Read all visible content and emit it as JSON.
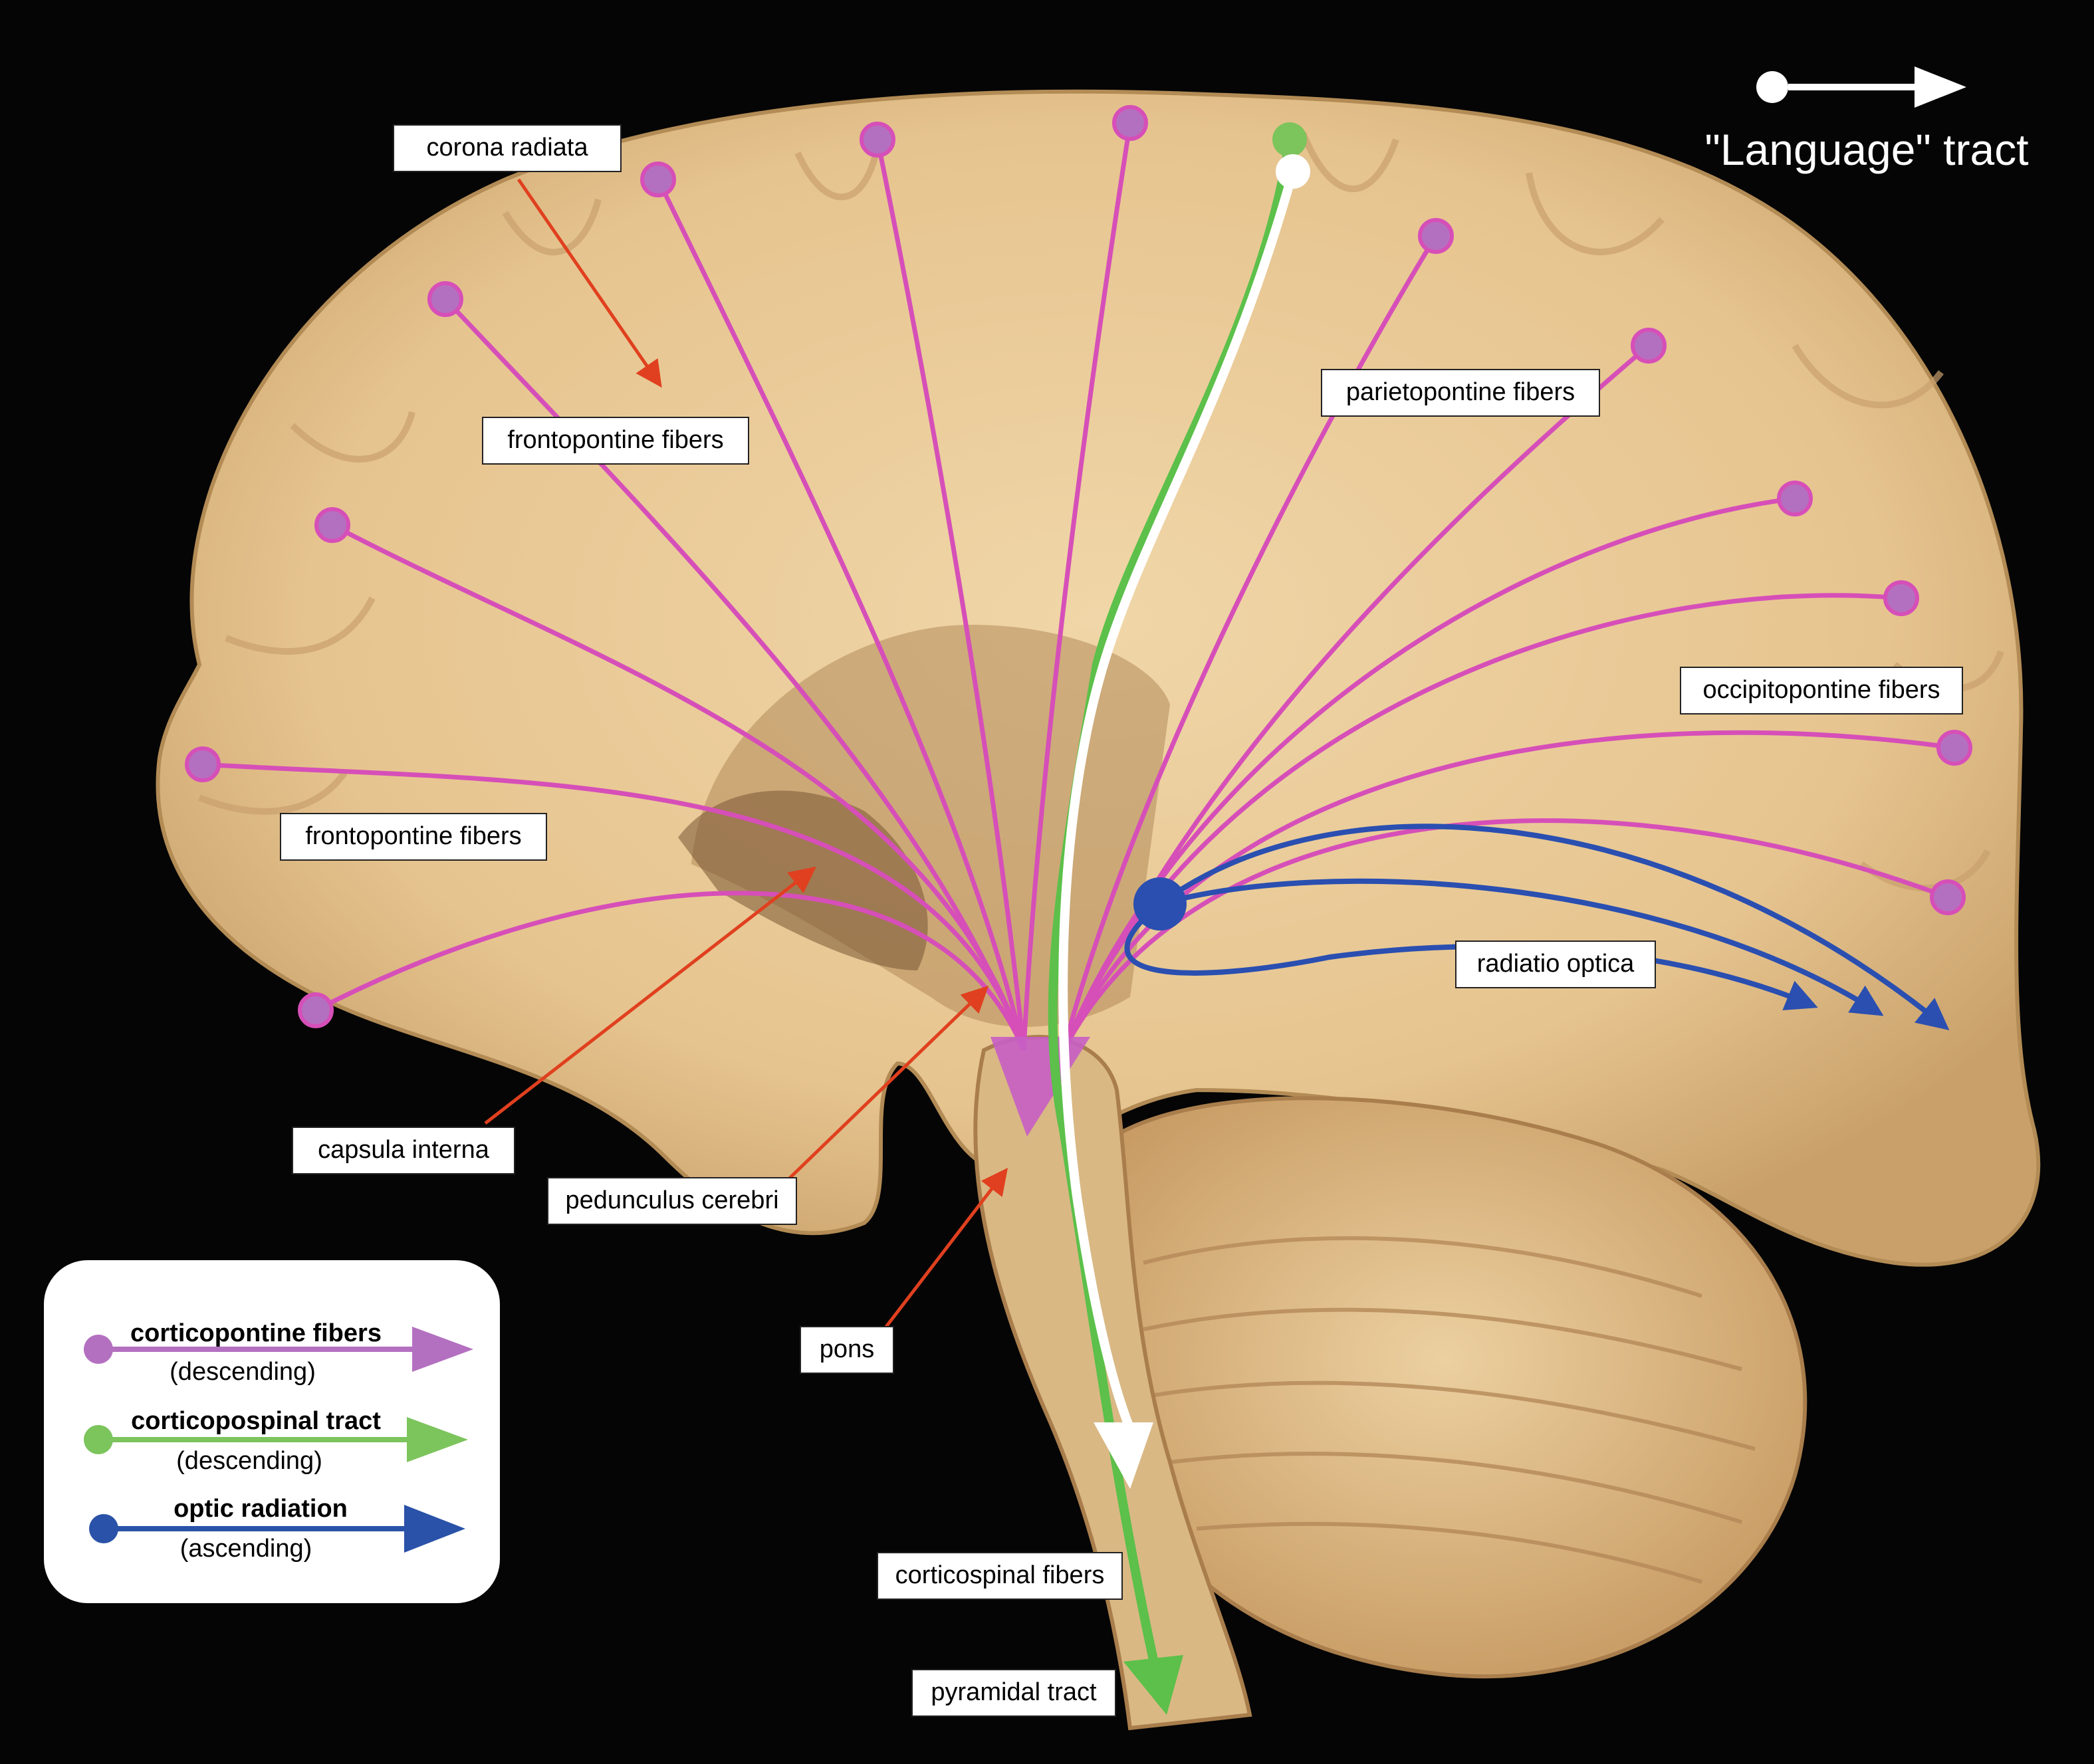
{
  "title": "\"Language\" tract",
  "colors": {
    "corticopontine": "#d64fb8",
    "corticopontine_node": "#b470c0",
    "corticospinal": "#5cc04a",
    "optic": "#2a4fb0",
    "language": "#ffffff",
    "pointer": "#e0401f",
    "background": "#050505",
    "tissue": "#e9cb98"
  },
  "labels": {
    "corona_radiata": "corona radiata",
    "frontopontine_upper": "frontopontine fibers",
    "frontopontine_lower": "frontopontine fibers",
    "parietopontine": "parietopontine fibers",
    "occipitopontine": "occipitopontine  fibers",
    "radiatio_optica": "radiatio optica",
    "capsula_interna": "capsula interna",
    "pedunculus_cerebri": "pedunculus cerebri",
    "pons": "pons",
    "corticospinal_fibers": "corticospinal fibers",
    "pyramidal_tract": "pyramidal tract"
  },
  "legend": [
    {
      "name": "corticopontine fibers",
      "direction": "(descending)",
      "color": "#b470c0"
    },
    {
      "name": "corticopospinal tract",
      "direction": "(descending)",
      "color": "#7cc45c"
    },
    {
      "name": "optic radiation",
      "direction": "(ascending)",
      "color": "#2a52a8"
    }
  ]
}
